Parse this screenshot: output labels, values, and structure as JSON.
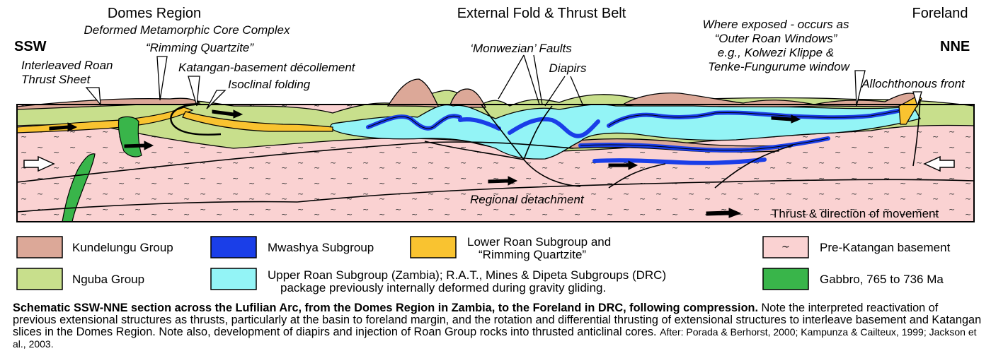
{
  "regions": {
    "domes": "Domes Region",
    "fold_thrust": "External Fold  & Thrust Belt",
    "foreland": "Foreland"
  },
  "orientation": {
    "left": "SSW",
    "right": "NNE"
  },
  "annotations": {
    "core_complex": "Deformed Metamorphic Core Complex",
    "rimming": "“Rimming Quartzite”",
    "interleaved_1": "Interleaved Roan",
    "interleaved_2": "Thrust Sheet",
    "decollement": "Katangan-basement décollement",
    "isoclinal": "Isoclinal folding",
    "monwezian": "‘Monwezian’ Faults",
    "diapirs": "Diapirs",
    "exposed_1": "Where exposed - occurs as",
    "exposed_2": "“Outer Roan Windows”",
    "exposed_3": "e.g., Kolwezi Klippe &",
    "exposed_4": "Tenke-Fungurume window",
    "allochthonous": "Allochthonous front",
    "detachment": "Regional detachment",
    "thrust_key": "Thrust & direction of movement"
  },
  "legend": {
    "kundelungu": {
      "label": "Kundelungu Group",
      "color": "#dca898"
    },
    "nguba": {
      "label": "Nguba Group",
      "color": "#c8df8c"
    },
    "mwashya": {
      "label": "Mwashya Subgroup",
      "color": "#1a3ee8"
    },
    "upper_roan_1": "Upper Roan Subgroup (Zambia); R.A.T., Mines & Dipeta Subgroups (DRC)",
    "upper_roan_2": "package previously internally deformed during gravity gliding.",
    "upper_roan_color": "#93f4f6",
    "lower_roan_1": "Lower Roan Subgroup and",
    "lower_roan_2": "“Rimming Quartzite”",
    "lower_roan_color": "#f9c330",
    "basement": {
      "symbol": "~",
      "label": "Pre-Katangan basement",
      "color": "#fad2d2"
    },
    "gabbro": {
      "label": "Gabbro, 765 to 736 Ma",
      "color": "#39b54a"
    }
  },
  "caption": {
    "bold": "Schematic  SSW-NNE  section across the Lufilian Arc,  from the  Domes Region  in Zambia, to the  Foreland  in DRC, following compression.",
    "body": "Note the interpreted reactivation of previous extensional structures as thrusts, particularly at the basin to foreland margin,  and  the rotation and differential thrusting of extensional structures to interleave basement and Katangan slices in the Domes Region. Note also, development of diapirs and injection of Roan Group rocks into thrusted anticlinal cores.",
    "refs": "After: Porada & Berhorst, 2000; Kampunza & Cailteux, 1999; Jackson et al., 2003."
  }
}
